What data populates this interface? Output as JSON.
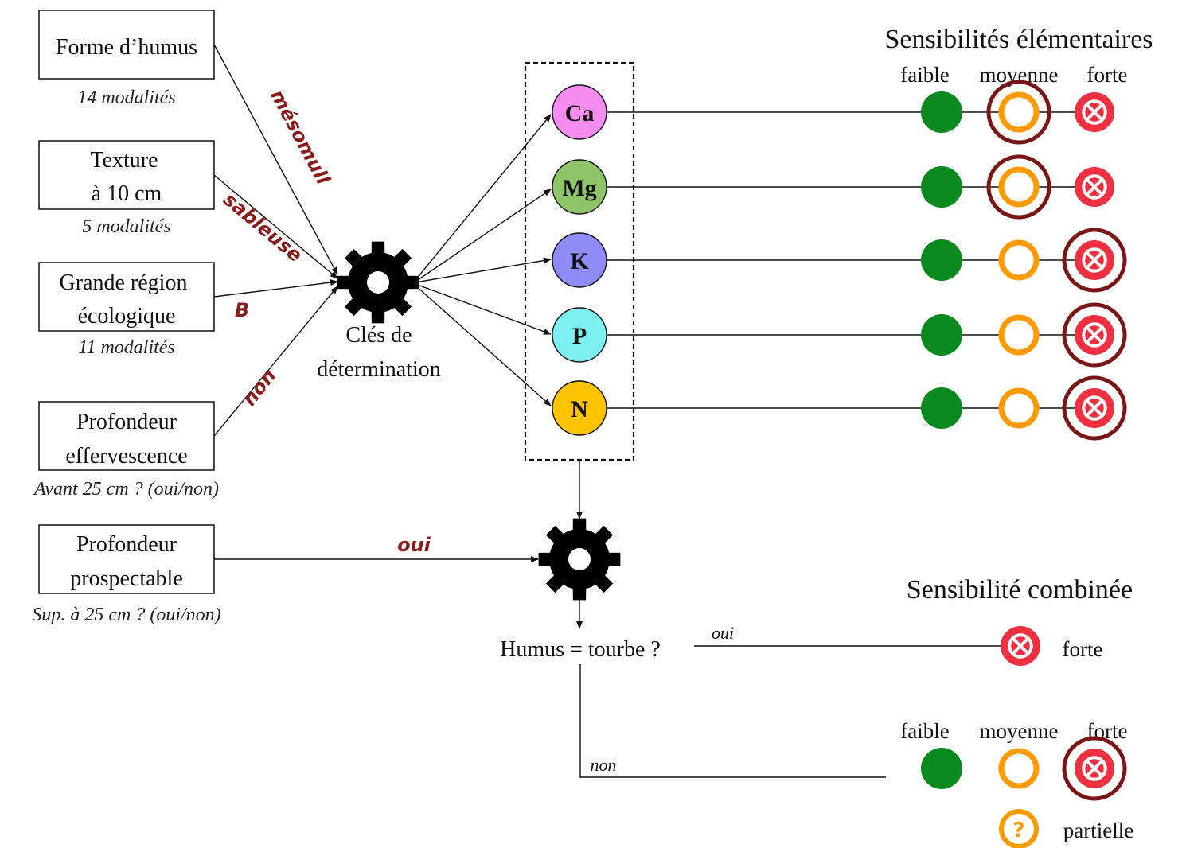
{
  "inputs": [
    {
      "lines": [
        "Forme d’humus"
      ],
      "note": "14 modalités"
    },
    {
      "lines": [
        "Texture",
        "à 10 cm"
      ],
      "note": "5 modalités"
    },
    {
      "lines": [
        "Grande région",
        "écologique"
      ],
      "note": "11 modalités"
    },
    {
      "lines": [
        "Profondeur",
        "effervescence"
      ],
      "note": "Avant 25 cm ? (oui/non)"
    },
    {
      "lines": [
        "Profondeur",
        "prospectable"
      ],
      "note": "Sup. à 25 cm ? (oui/non)"
    }
  ],
  "edge_labels": {
    "humus": "mésomull",
    "texture": "sableuse",
    "region": "B",
    "effervescence": "non",
    "prospectable": "oui"
  },
  "gear_label": [
    "Clés de",
    "détermination"
  ],
  "nutrients": [
    {
      "label": "Ca",
      "color": "#f58cf0"
    },
    {
      "label": "Mg",
      "color": "#8fc46a"
    },
    {
      "label": "K",
      "color": "#8f8cf5"
    },
    {
      "label": "P",
      "color": "#7ff0f2"
    },
    {
      "label": "N",
      "color": "#fbc400"
    }
  ],
  "elementary": {
    "title": "Sensibilités élémentaires",
    "columns": [
      "faible",
      "moyenne",
      "forte"
    ],
    "selected": [
      "moyenne",
      "moyenne",
      "forte",
      "forte",
      "forte"
    ]
  },
  "question": {
    "text": "Humus = tourbe ?",
    "yes_label": "oui",
    "no_label": "non"
  },
  "combined": {
    "title": "Sensibilité combinée",
    "yes_result": "forte",
    "columns": [
      "faible",
      "moyenne",
      "forte"
    ],
    "selected": "forte",
    "partial_label": "partielle"
  },
  "colors": {
    "faible": "#0a8a1e",
    "moyenne": "#ff9a00",
    "forte": "#f03040",
    "highlight": "#7a1515",
    "label": "#8b1a1a"
  },
  "icons": {
    "gear": "gear-icon",
    "forte": "cross-circle-icon",
    "partial": "question-circle-icon"
  }
}
